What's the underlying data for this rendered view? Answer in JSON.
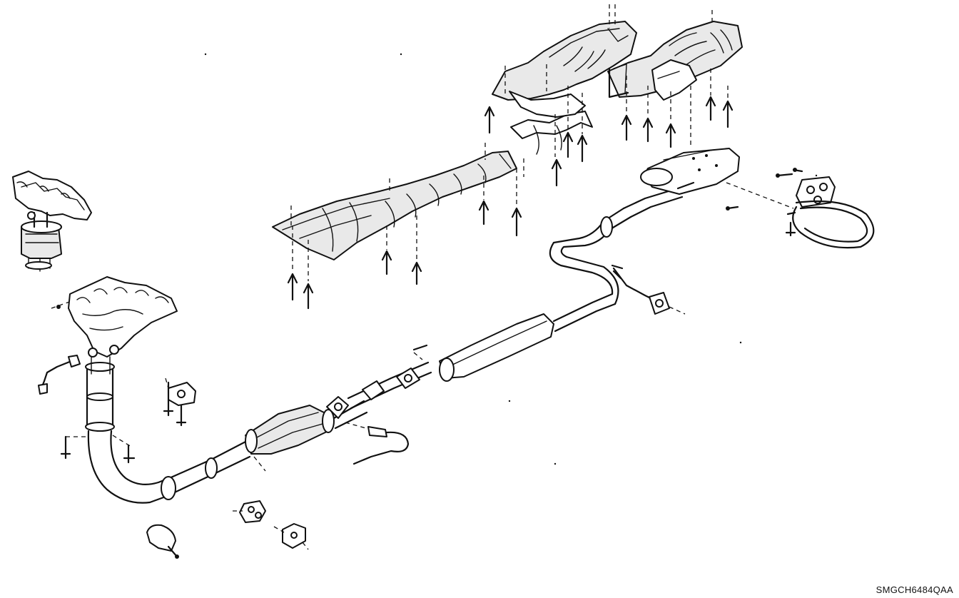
{
  "diagram": {
    "figure_code": "SMGCH6484QAA",
    "background_color": "#ffffff",
    "line_color": "#111111",
    "components": [
      "exhaust-manifold-with-catalyst",
      "exhaust-manifold",
      "front-pipe",
      "catalytic-converter",
      "intermediate-pipe",
      "front-muffler",
      "rear-muffler",
      "heat-shield-center",
      "heat-shield-rear",
      "oxygen-sensor",
      "hanger-bracket",
      "rubber-hanger",
      "clamp"
    ]
  }
}
